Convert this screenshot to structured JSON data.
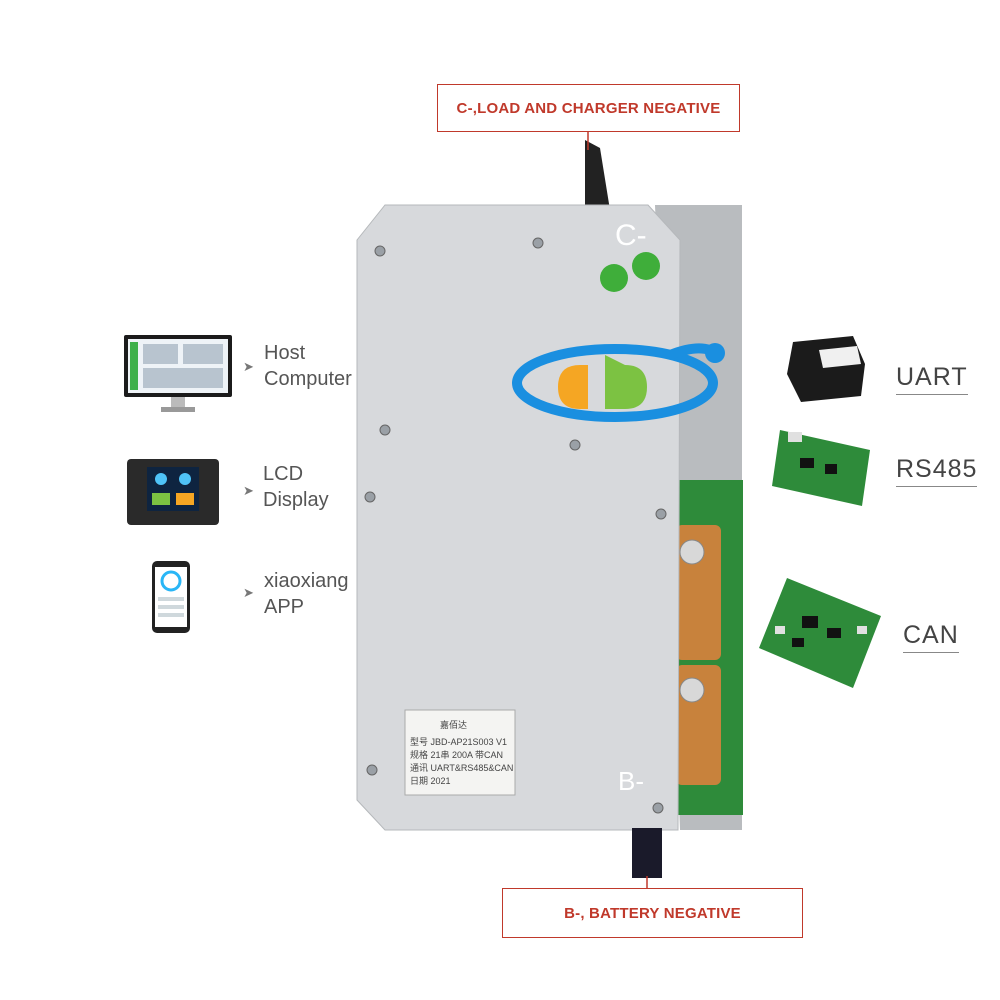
{
  "callouts": {
    "top": "C-,LOAD AND CHARGER NEGATIVE",
    "bottom": "B-, BATTERY NEGATIVE"
  },
  "features": [
    {
      "line1": "Host",
      "line2": "Computer",
      "icon": "monitor-icon"
    },
    {
      "line1": "LCD",
      "line2": "Display",
      "icon": "lcd-display-icon"
    },
    {
      "line1": "xiaoxiang",
      "line2": "APP",
      "icon": "smartphone-icon"
    }
  ],
  "interfaces": [
    "UART",
    "RS485",
    "CAN"
  ],
  "product": {
    "terminal_top": "C-",
    "terminal_bottom": "B-",
    "brand": "嘉佰达",
    "label_lines": [
      "型号 JBD-AP21S003 V1",
      "规格 21串 200A 带CAN",
      "通讯 UART&RS485&CAN",
      "日期 2021"
    ]
  },
  "colors": {
    "callout": "#c0392b",
    "logo_blue": "#1a8fe0",
    "logo_green": "#7cc242",
    "logo_orange": "#f5a623",
    "pcb_green": "#2e8b3a"
  }
}
